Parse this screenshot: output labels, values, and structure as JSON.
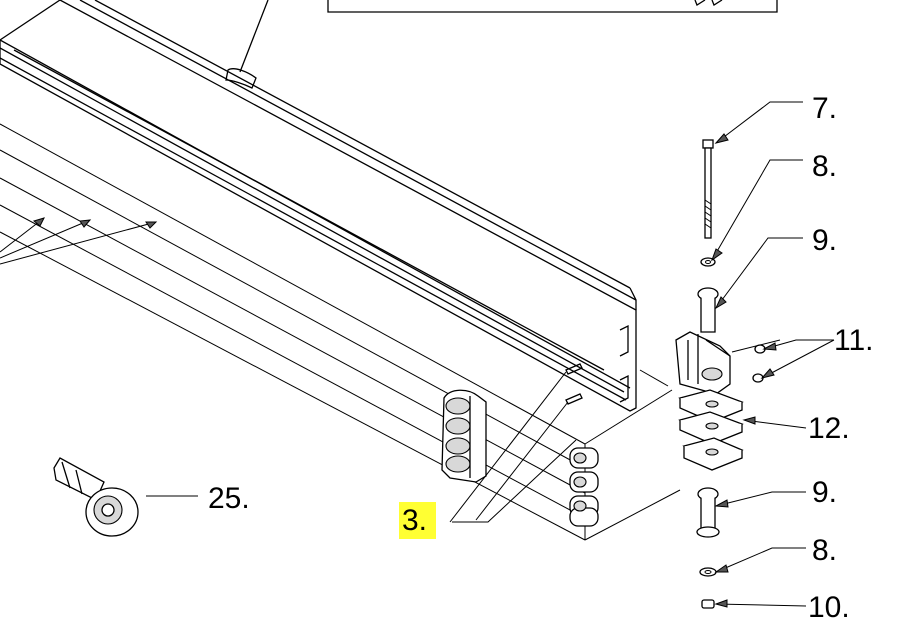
{
  "callouts": [
    {
      "id": "7",
      "text": "7."
    },
    {
      "id": "8a",
      "text": "8."
    },
    {
      "id": "9a",
      "text": "9."
    },
    {
      "id": "11",
      "text": "11."
    },
    {
      "id": "12",
      "text": "12."
    },
    {
      "id": "3",
      "text": "3."
    },
    {
      "id": "25",
      "text": "25."
    },
    {
      "id": "9b",
      "text": "9."
    },
    {
      "id": "8b",
      "text": "8."
    },
    {
      "id": "10",
      "text": "10."
    }
  ],
  "highlight_color": "#ffff33"
}
